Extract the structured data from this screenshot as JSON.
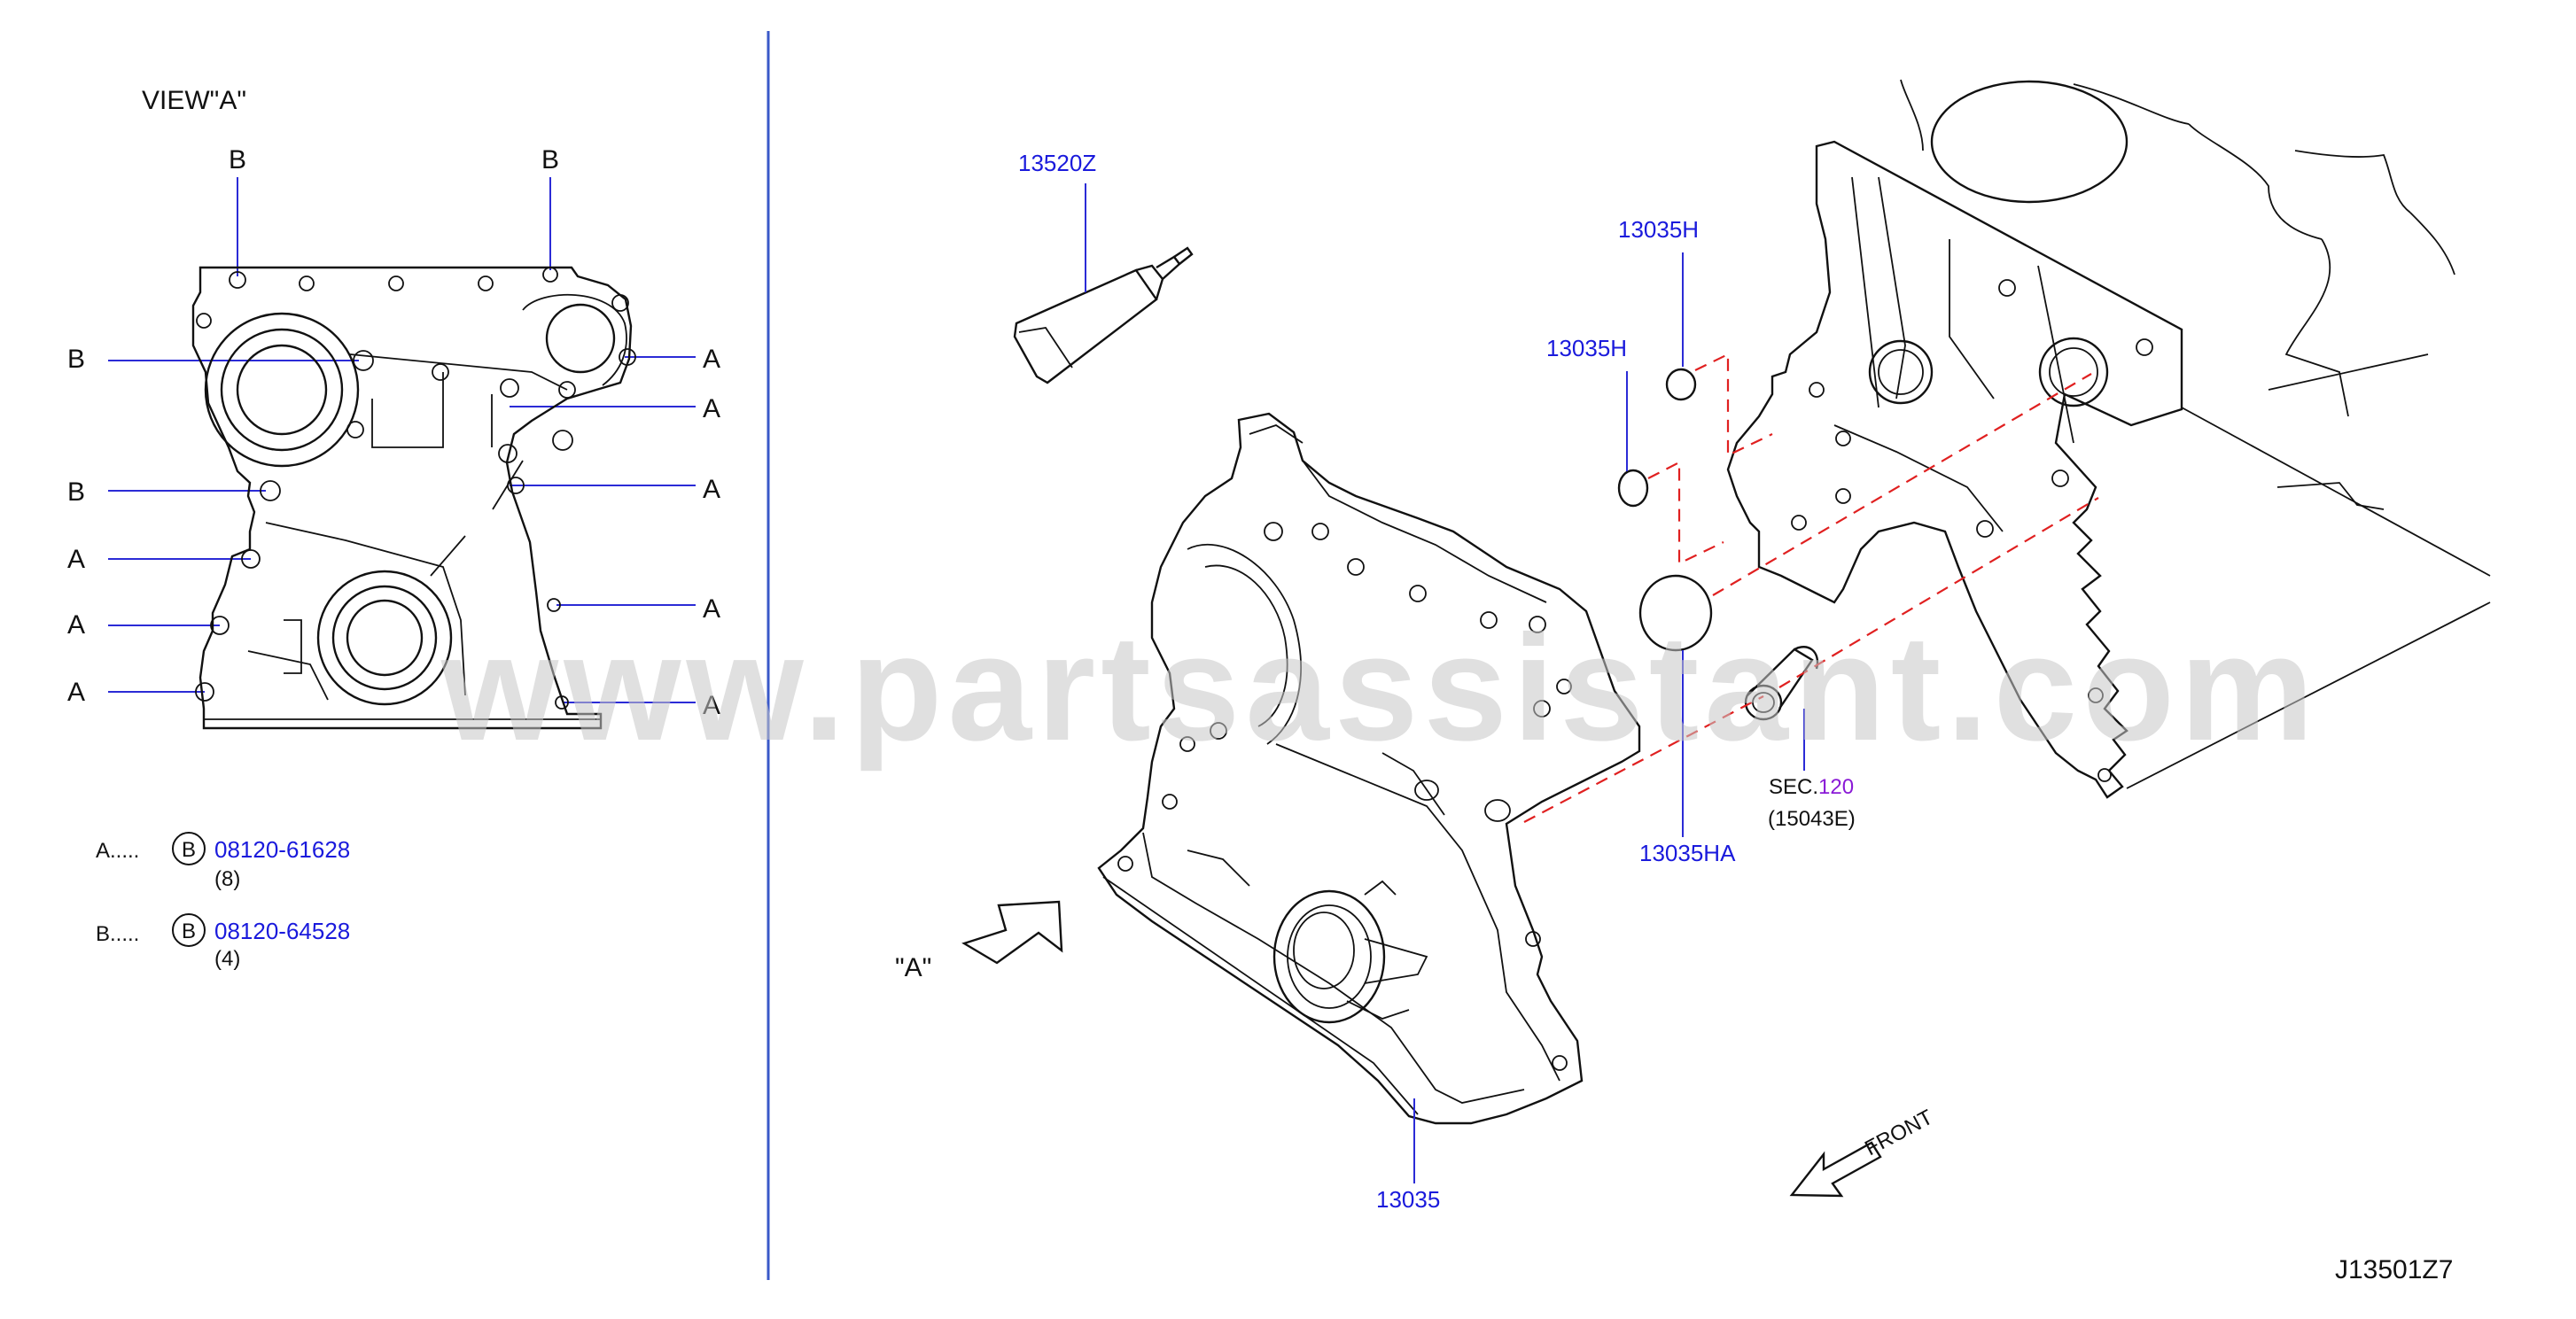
{
  "view_a": {
    "title": "VIEW\"A\"",
    "left_labels": [
      "B",
      "B",
      "A",
      "A",
      "A"
    ],
    "top_labels": [
      "B",
      "B"
    ],
    "right_labels": [
      "A",
      "A",
      "A",
      "A",
      "A"
    ]
  },
  "legend": {
    "a_row": {
      "prefix": "A.....",
      "symbol": "B",
      "part": "08120-61628",
      "qty": "(8)"
    },
    "b_row": {
      "prefix": "B.....",
      "symbol": "B",
      "part": "08120-64528",
      "qty": "(4)"
    }
  },
  "parts": {
    "sealant": "13520Z",
    "oring_top": "13035H",
    "oring_mid": "13035H",
    "oring_large": "13035HA",
    "cover": "13035",
    "sec_prefix": "SEC.",
    "sec_number": "120",
    "sec_ref": "(15043E)"
  },
  "annotations": {
    "view_arrow": "\"A\"",
    "front": "FRONT",
    "diagram_code": "J13501Z7",
    "watermark": "www.partsassistant.com"
  },
  "colors": {
    "label_blue": "#1a1adc",
    "leader_blue": "#2b2bd6",
    "divider": "#3a58c8",
    "dash_red": "#e02020",
    "sec_purple": "#8a1ad6"
  }
}
